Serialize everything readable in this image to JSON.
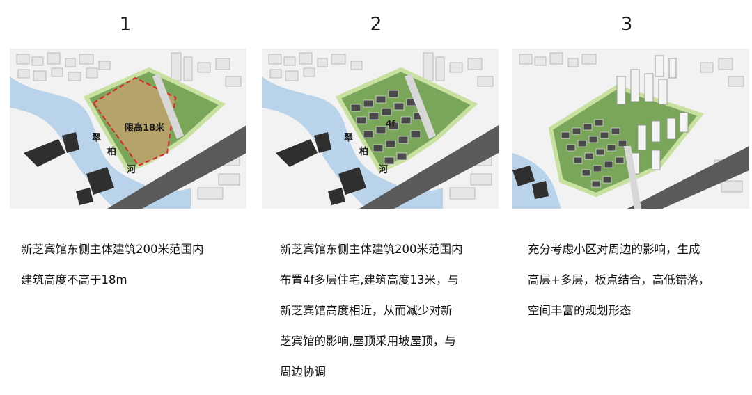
{
  "panels": [
    {
      "number": "1",
      "captions": [
        "新芝宾馆东侧主体建筑200米范围内",
        "建筑高度不高于18m"
      ],
      "limit_label": "限高18米",
      "river_chars": [
        "翠",
        "柏",
        "河"
      ]
    },
    {
      "number": "2",
      "captions": [
        "新芝宾馆东侧主体建筑200米范围内",
        "布置4f多层住宅,建筑高度13米，与",
        "新芝宾馆高度相近，从而减少对新",
        "芝宾馆的影响,屋顶采用坡屋顶，与",
        "周边协调"
      ],
      "floor_label": "4f",
      "river_chars": [
        "翠",
        "柏",
        "河"
      ]
    },
    {
      "number": "3",
      "captions": [
        "充分考虑小区对周边的影响，生成",
        "高层+多层，板点结合，高低错落，",
        "空间丰富的规划形态"
      ]
    }
  ],
  "colors": {
    "water": "#b9d4ea",
    "green": "#7aa65a",
    "green_light": "#c8e0a0",
    "road": "#5a5a5a",
    "limit_zone": "#b5a36a",
    "limit_border": "#e0242a",
    "building": "#e9e9e9",
    "dark_building": "#2f2f2f"
  }
}
